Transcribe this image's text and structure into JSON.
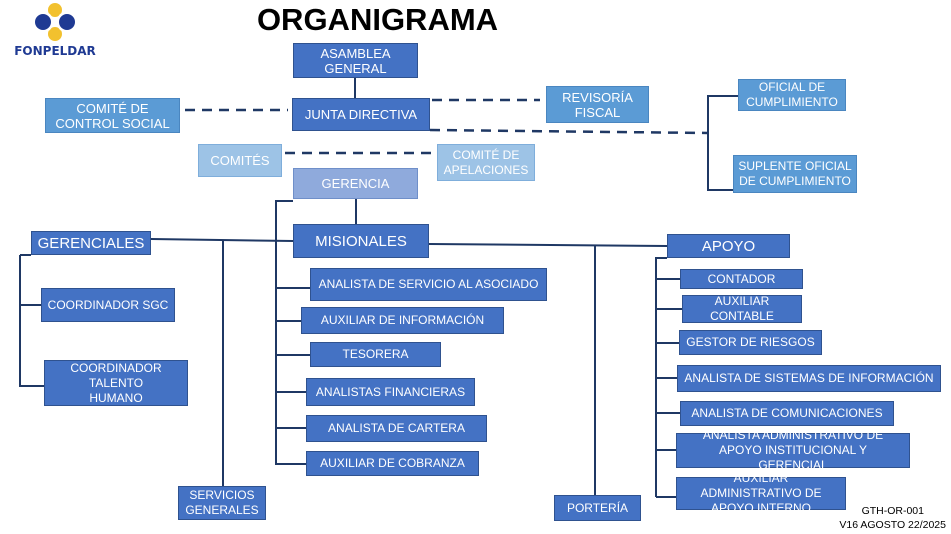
{
  "title": "ORGANIGRAMA",
  "logo": {
    "text": "FONPELDAR",
    "colors": {
      "blue": "#1F3A93",
      "yellow": "#F2C12E"
    }
  },
  "colors": {
    "dark_box": "#4472C4",
    "light_box": "#5B9BD5",
    "pale_box": "#9DC3E6",
    "lines": "#1F3864"
  },
  "boxes": {
    "asamblea": "ASAMBLEA GENERAL",
    "junta": "JUNTA DIRECTIVA",
    "control_social": "COMITÉ DE CONTROL SOCIAL",
    "revisoria": "REVISORÍA FISCAL",
    "oficial": "OFICIAL DE CUMPLIMIENTO",
    "suplente": "SUPLENTE OFICIAL DE CUMPLIMIENTO",
    "comites": "COMITÉS",
    "apelaciones": "COMITÉ DE APELACIONES",
    "gerencia": "GERENCIA",
    "gerenciales": "GERENCIALES",
    "misionales": "MISIONALES",
    "apoyo": "APOYO",
    "coord_sgc": "COORDINADOR SGC",
    "coord_th": "COORDINADOR TALENTO HUMANO",
    "servicios": "SERVICIOS GENERALES",
    "porteria": "PORTERÍA"
  },
  "misionales_items": [
    "ANALISTA  DE SERVICIO AL ASOCIADO",
    "AUXILIAR DE INFORMACIÓN",
    "TESORERA",
    "ANALISTAS FINANCIERAS",
    "ANALISTA DE CARTERA",
    "AUXILIAR DE COBRANZA"
  ],
  "apoyo_items": [
    "CONTADOR",
    "AUXILIAR CONTABLE",
    "GESTOR DE RIESGOS",
    "ANALISTA DE SISTEMAS DE INFORMACIÓN",
    "ANALISTA DE COMUNICACIONES",
    "ANALISTA ADMINISTRATIVO DE APOYO INSTITUCIONAL Y GERENCIAL",
    "AUXILIAR ADMINISTRATIVO DE APOYO INTERNO"
  ],
  "footer": {
    "code": "GTH-OR-001",
    "version": "V16  AGOSTO 22/2025"
  }
}
